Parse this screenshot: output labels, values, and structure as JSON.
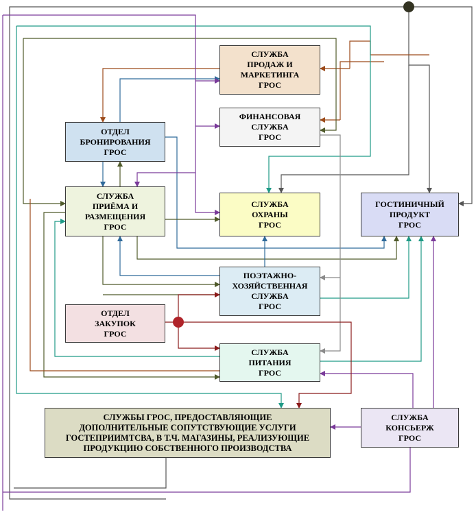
{
  "nodes": {
    "sales": "СЛУЖБА\nПРОДАЖ И\nМАРКЕТИНГА\nГРОС",
    "finance": "ФИНАНСОВАЯ\nСЛУЖБА\nГРОС",
    "booking": "ОТДЕЛ\nБРОНИРОВАНИЯ\nГРОС",
    "reception": "СЛУЖБА\nПРИЁМА И\nРАЗМЕЩЕНИЯ\nГРОС",
    "security": "СЛУЖБА\nОХРАНЫ\nГРОС",
    "product": "ГОСТИНИЧНЫЙ\nПРОДУКТ\nГРОС",
    "housekeeping": "ПОЭТАЖНО-\nХОЗЯЙСТВЕННАЯ\nСЛУЖБА\nГРОС",
    "purchasing": "ОТДЕЛ\nЗАКУПОК\nГРОС",
    "food": "СЛУЖБА\nПИТАНИЯ\nГРОС",
    "services": "СЛУЖБЫ ГРОС, ПРЕДОСТАВЛЯЮЩИЕ\nДОПОЛНИТЕЛЬНЫЕ СОПУТСТВУЮЩИЕ УСЛУГИ\nГОСТЕПРИИМТСВА, В Т.Ч. МАГАЗИНЫ, РЕАЛИЗУЮЩИЕ\nПРОДУКЦИЮ СОБСТВЕННОГО ПРОИЗВОДСТВА",
    "concierge": "СЛУЖБА\nКОНСЬЕРЖ\nГРОС"
  },
  "colors": {
    "dark_gray": "#555555",
    "brown": "#9c4a1a",
    "blue": "#2f6a9a",
    "teal": "#1f9a86",
    "purple": "#7a3a9a",
    "olive": "#4f5a2a",
    "dark_red": "#8b1a1a",
    "gray": "#8a8a8a",
    "junction_dark": "#333322",
    "junction_red": "#b0242a"
  }
}
